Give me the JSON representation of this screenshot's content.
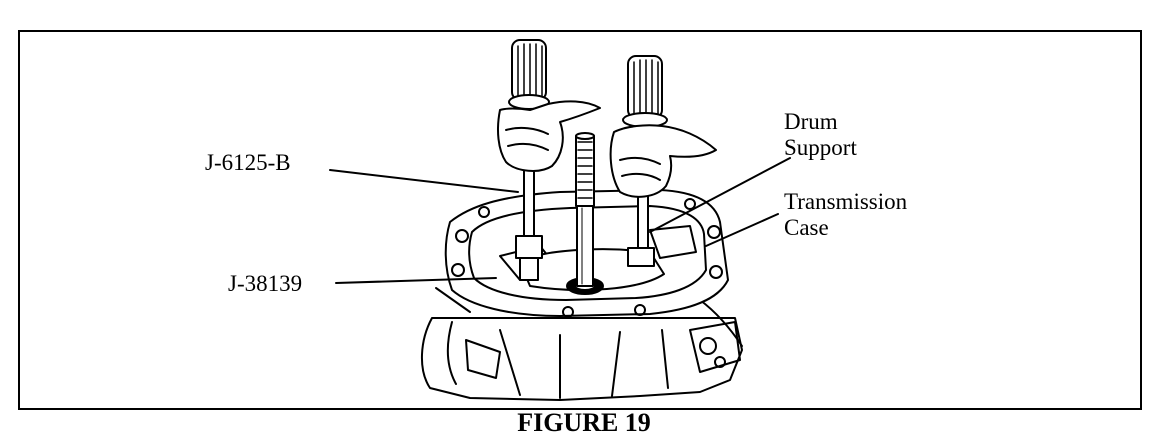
{
  "figure": {
    "labels": {
      "tool_remover": "J-6125-B",
      "tool_adapter": "J-38139",
      "drum_support_line1": "Drum",
      "drum_support_line2": "Support",
      "case_line1": "Transmission",
      "case_line2": "Case"
    },
    "caption": "FIGURE 19"
  }
}
